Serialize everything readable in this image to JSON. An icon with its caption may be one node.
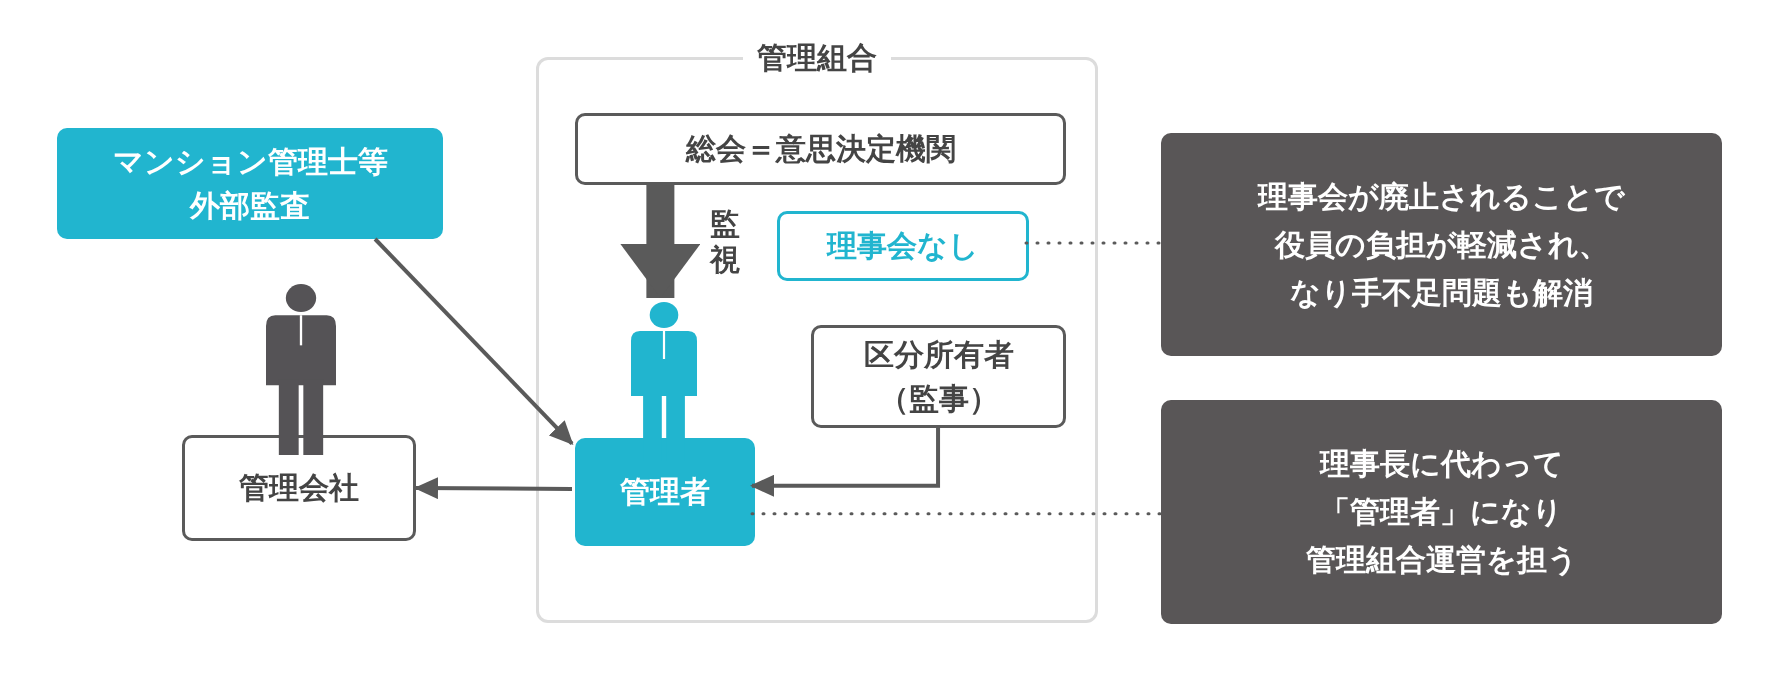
{
  "diagram": {
    "nodes": [
      {
        "text": [
          "管理組合"
        ]
      },
      {
        "text": [
          "総会＝意思決定機関"
        ],
        "in": 0
      },
      {
        "text": [
          "理事会なし"
        ],
        "in": 0
      },
      {
        "text": [
          "区分所有者（監事）"
        ],
        "in": 0
      },
      {
        "text": [],
        "shape": "person",
        "in": 0
      },
      {
        "text": [
          "管理者"
        ],
        "in": 0
      },
      {
        "text": [
          "マンション管理士等外部監査"
        ]
      },
      {
        "text": [],
        "shape": "person"
      },
      {
        "text": [
          "管理会社"
        ]
      },
      {
        "text": [
          "理事会が廃止されることで役員の負担が軽減され、なり手不足問題も解消"
        ]
      },
      {
        "text": [
          "理事長に代わって「管理者」になり管理組合運営を担う"
        ]
      }
    ],
    "edges": [
      {
        "from": 1,
        "to": 4,
        "arrow": "to",
        "style": "thick",
        "label": "監視"
      },
      {
        "from": 6,
        "to": 5,
        "arrow": "to"
      },
      {
        "from": 3,
        "to": 5,
        "arrow": "to"
      },
      {
        "from": 5,
        "to": 8,
        "arrow": "to"
      },
      {
        "from": 2,
        "to": 9,
        "arrow": "none",
        "style": "dashed"
      },
      {
        "from": 5,
        "to": 10,
        "arrow": "none",
        "style": "dashed"
      }
    ]
  }
}
